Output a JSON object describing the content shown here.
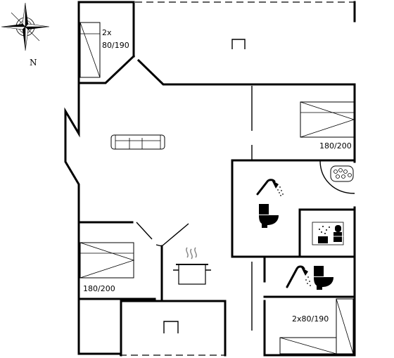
{
  "compass": {
    "north_label": "N",
    "icon": "compass-rose-icon"
  },
  "rooms": {
    "top_left_bedroom": {
      "bed_label_line1": "2x",
      "bed_label_line2": "80/190"
    },
    "right_bedroom": {
      "bed_label": "180/200"
    },
    "left_bedroom": {
      "bed_label": "180/200"
    },
    "bottom_right_bedroom": {
      "bed_label": "2x80/190"
    }
  },
  "icons": {
    "sofa": "sofa-icon",
    "jacuzzi": "jacuzzi-icon",
    "shower_1": "shower-icon",
    "toilet_1": "toilet-icon",
    "sauna": "sauna-icon",
    "shower_2": "shower-icon",
    "toilet_2": "toilet-icon",
    "cooking_pot": "cooking-pot-icon",
    "entrance_top": "entrance-icon",
    "entrance_bottom": "entrance-icon"
  },
  "colors": {
    "line": "#000000",
    "background": "#ffffff"
  }
}
